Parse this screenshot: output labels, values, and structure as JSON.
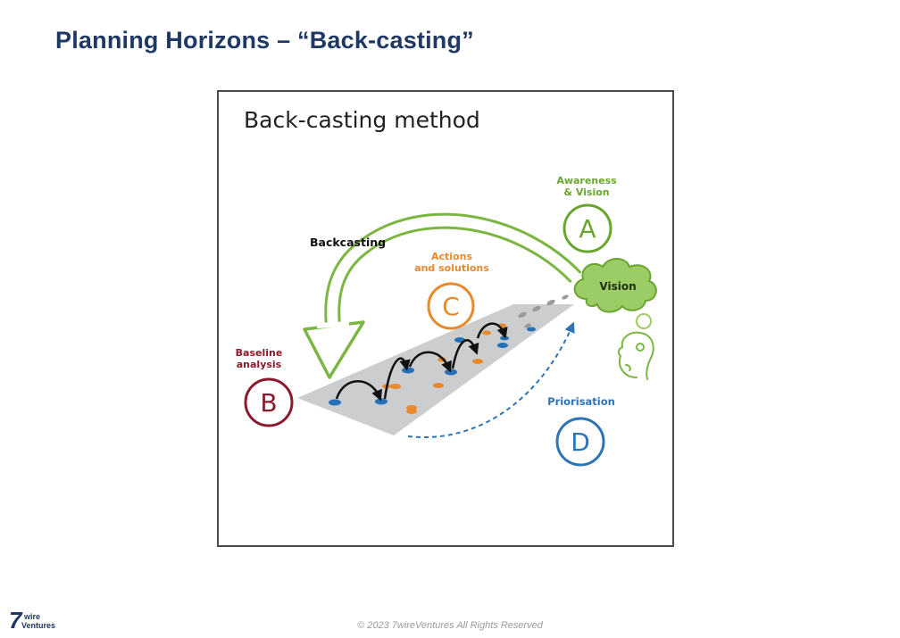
{
  "slide": {
    "title": "Planning Horizons – “Back-casting”"
  },
  "diagram": {
    "heading": "Back-casting method",
    "backcasting_label": "Backcasting",
    "vision_label": "Vision",
    "steps": [
      {
        "letter": "A",
        "caption_line1": "Awareness",
        "caption_line2": "& Vision",
        "color": "#6aa62e"
      },
      {
        "letter": "B",
        "caption_line1": "Baseline",
        "caption_line2": "analysis",
        "color": "#8b1a2e"
      },
      {
        "letter": "C",
        "caption_line1": "Actions",
        "caption_line2": "and solutions",
        "color": "#e8892b"
      },
      {
        "letter": "D",
        "caption_line1": "Priorisation",
        "caption_line2": "",
        "color": "#2e74b5"
      }
    ],
    "arrow_color": "#7cb642",
    "path_color": "#cccdcf",
    "dot_blue": "#2670b8",
    "dot_orange": "#e8892b"
  },
  "footer": {
    "copyright": "© 2023 7wireVentures All Rights Reserved",
    "logo_number": "7",
    "logo_word1": "wire",
    "logo_word2": "Ventures"
  }
}
